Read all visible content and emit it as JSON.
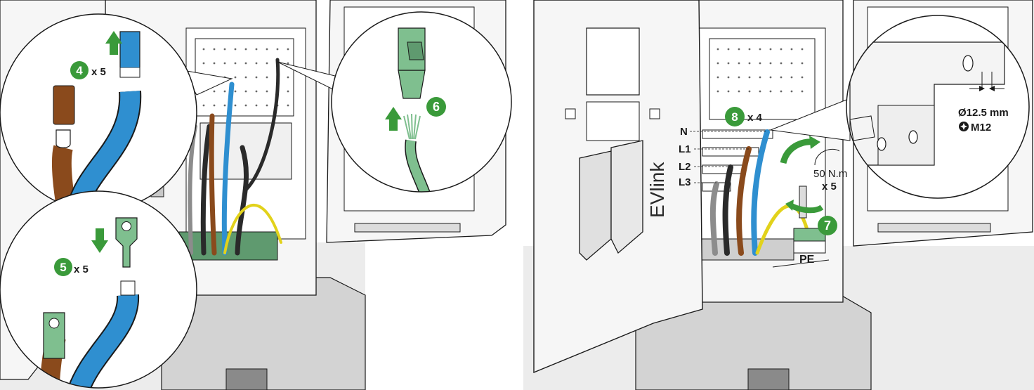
{
  "colors": {
    "accent_green": "#3a9a3a",
    "cable_blue": "#2f8fd0",
    "cable_brown": "#8a4a1c",
    "cable_black": "#2a2a2a",
    "cable_grey": "#8c8c8c",
    "cable_yellow": "#e2d21b",
    "connector_green": "#7fbf8f",
    "plinth_grey": "#d3d3d3",
    "line": "#1a1a1a"
  },
  "left_panel": {
    "callout_strip": {
      "step": "4",
      "multiplier": "x 5"
    },
    "callout_lug": {
      "step": "5",
      "multiplier": "x 5"
    },
    "callout_data": {
      "step": "6"
    }
  },
  "right_panel": {
    "brand_text": "EVlink",
    "step_8": {
      "step": "8",
      "multiplier": "x 4"
    },
    "phase_labels": [
      "N",
      "L1",
      "L2",
      "L3"
    ],
    "pe_label": "PE",
    "torque": {
      "value": "50 N.m",
      "multiplier": "x 5"
    },
    "step_7": {
      "step": "7"
    },
    "hole_diameter": "Ø12.5 mm",
    "bolt_size": "M12"
  },
  "icons": [
    "arrow-up-icon",
    "arrow-down-icon",
    "rotation-arrow-icon",
    "star-bolt-icon"
  ]
}
